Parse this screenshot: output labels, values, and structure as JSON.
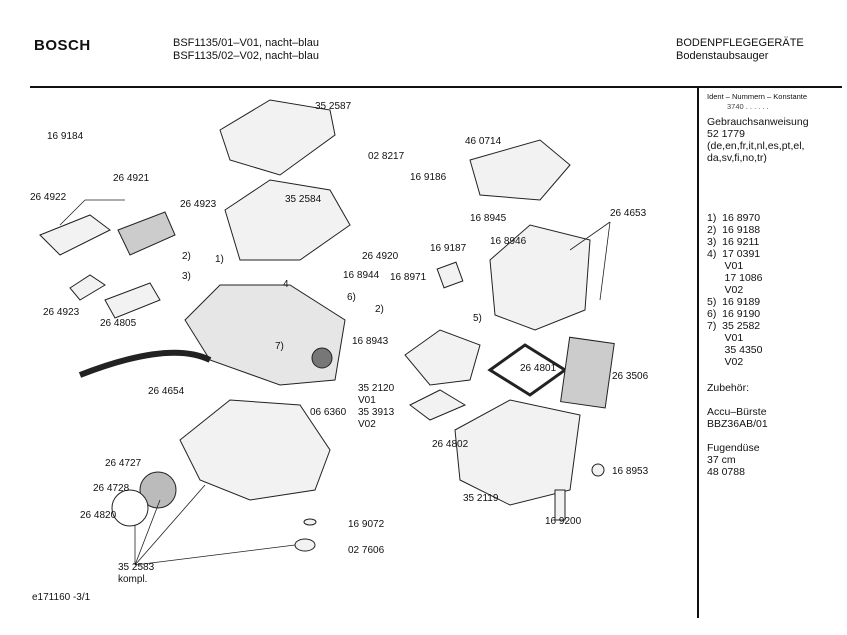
{
  "header": {
    "brand": "BOSCH",
    "models": [
      "BSF1135/01–V01, nacht–blau",
      "BSF1135/02–V02, nacht–blau"
    ],
    "category": "BODENPFLEGEGERÄTE",
    "subcategory": "Bodenstaubsauger"
  },
  "sidebar": {
    "ident_header": "Ident – Nummern – Konstante",
    "ident_values": "3740   . .     . . . .",
    "manual_title": "Gebrauchsanweisung",
    "manual_number": "52 1779",
    "manual_languages": [
      "(de,en,fr,it,nl,es,pt,el,",
      "da,sv,fi,no,tr)"
    ],
    "footnotes": [
      "1)  16 8970",
      "2)  16 9188",
      "3)  16 9211",
      "4)  17 0391",
      "      V01",
      "      17 1086",
      "      V02",
      "5)  16 9189",
      "6)  16 9190",
      "7)  35 2582",
      "      V01",
      "      35 4350",
      "      V02"
    ],
    "accessories_title": "Zubehör:",
    "accessory1": [
      "Accu–Bürste",
      "BBZ36AB/01"
    ],
    "accessory2": [
      "Fugendüse",
      "37 cm",
      "48 0788"
    ]
  },
  "labels": [
    "35 2587",
    "16 9184",
    "26 4922",
    "26 4921",
    "26 4923",
    "35 2584",
    "02 8217",
    "16 9186",
    "46 0714",
    "16 8945",
    "26 4653",
    "16 8946",
    "26 4920",
    "16 9187",
    "2)",
    "1)",
    "3)",
    "16 8944",
    "4",
    "16 8971",
    "6)",
    "2)",
    "5)",
    "26 4923",
    "26 4805",
    "7)",
    "16 8943",
    "26 4801",
    "26 3506",
    "26 4654",
    "35 2120",
    "V01",
    "35 3913",
    "V02",
    "06 6360",
    "26 4802",
    "26 4727",
    "26 4728",
    "16 8953",
    "35 2119",
    "26 4820",
    "16 9072",
    "16 9200",
    "02 7606",
    "35 2583",
    "kompl."
  ],
  "footer": {
    "drawing_id": "e171160 -3/1"
  }
}
